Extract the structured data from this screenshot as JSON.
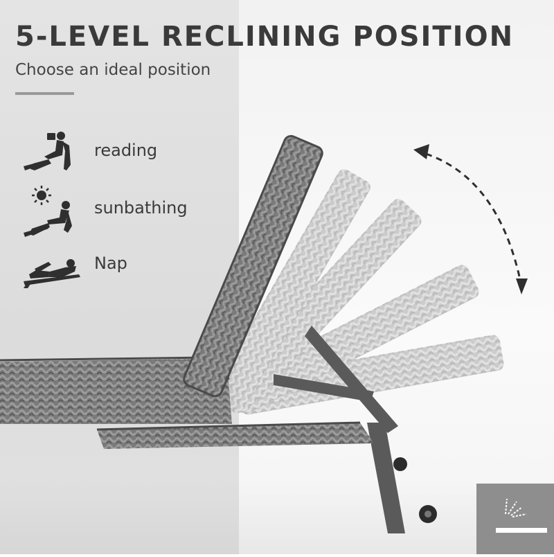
{
  "header": {
    "title": "5-LEVEL RECLINING POSITION",
    "subtitle": "Choose an ideal position"
  },
  "features": [
    {
      "icon": "reading-person-icon",
      "label": "reading"
    },
    {
      "icon": "sunbathing-person-icon",
      "label": "sunbathing"
    },
    {
      "icon": "napping-person-icon",
      "label": "Nap"
    }
  ],
  "product": {
    "name": "rattan-chaise-lounge",
    "reclining_levels": 5
  },
  "badge": {
    "icon": "recline-positions-icon"
  },
  "colors": {
    "title": "#3a3a3a",
    "rattan": "#6f6f6f",
    "badge_bg": "#8e8e8e",
    "divider": "#999999"
  }
}
